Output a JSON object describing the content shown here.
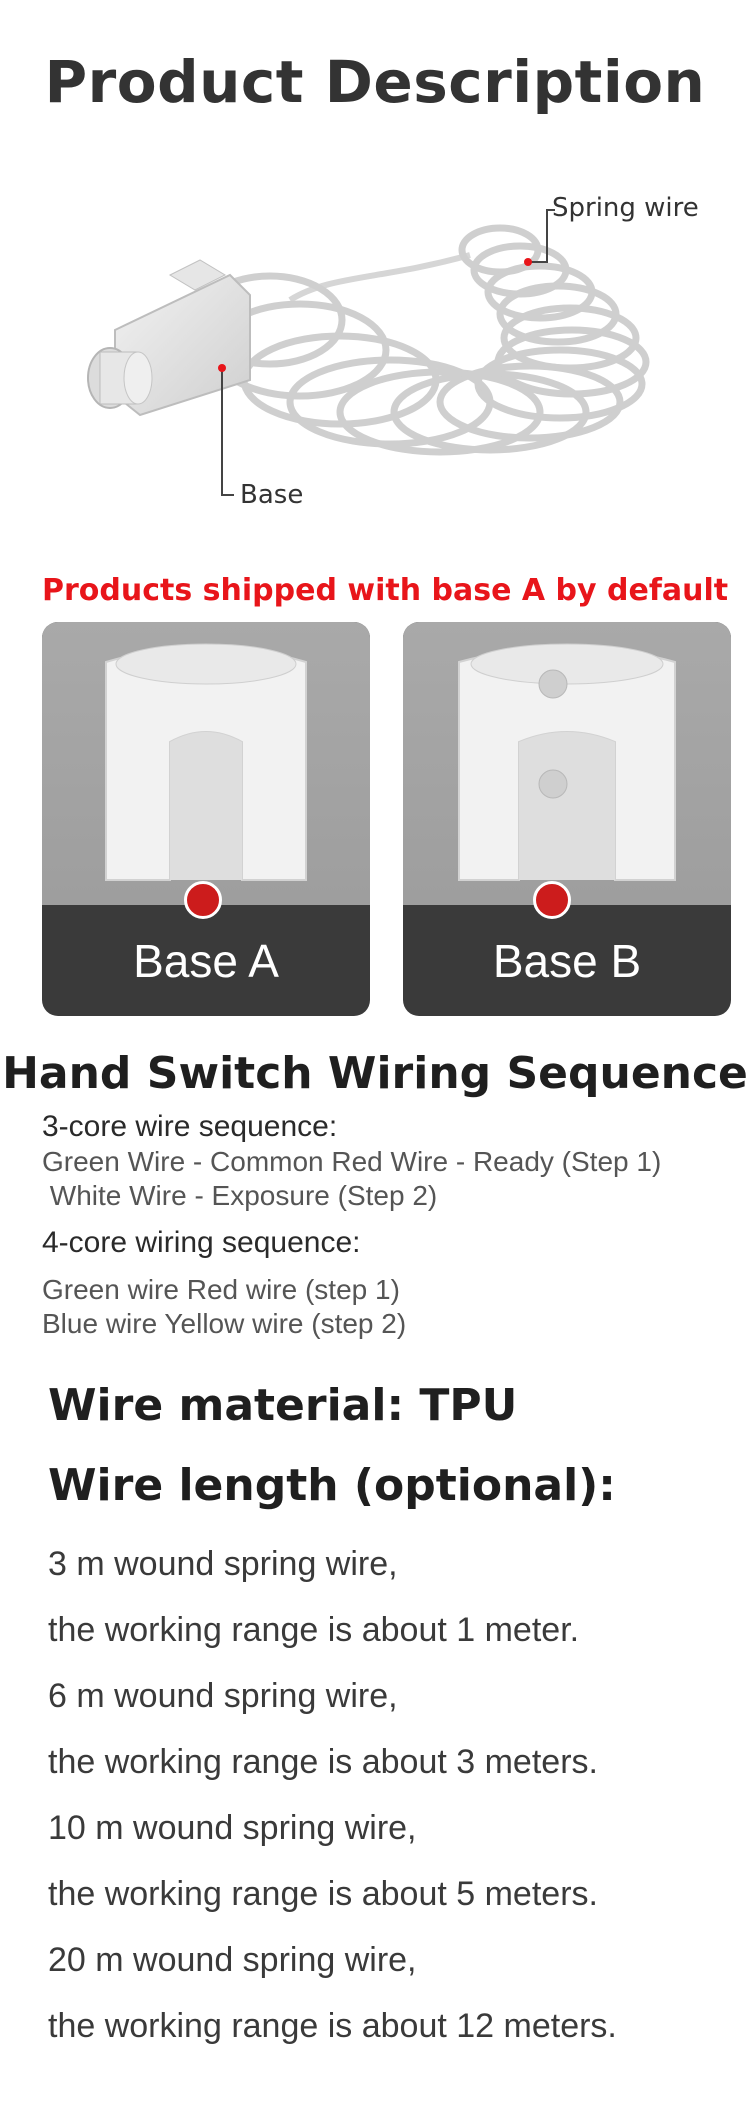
{
  "header": {
    "title": "Product Description"
  },
  "product_image": {
    "callouts": {
      "spring_wire": "Spring wire",
      "base": "Base"
    },
    "accent_color": "#e8151a"
  },
  "bases": {
    "note": "Products shipped with base A by default",
    "cards": [
      {
        "label": "Base A"
      },
      {
        "label": "Base B"
      }
    ]
  },
  "wiring": {
    "title": "Hand Switch Wiring Sequence",
    "three_core": {
      "heading": "3-core wire sequence:",
      "lines": [
        "Green Wire - Common  Red Wire - Ready (Step 1)",
        " White Wire - Exposure (Step 2)"
      ]
    },
    "four_core": {
      "heading": "4-core wiring sequence:",
      "lines": [
        "Green wire Red wire (step 1)",
        "Blue wire Yellow wire (step 2)"
      ]
    }
  },
  "specs": {
    "material": "Wire material: TPU",
    "length_title": "Wire length (optional):",
    "lengths": [
      "3 m wound spring wire,",
      "the working range is about 1 meter.",
      "6 m wound spring wire,",
      "the working range is about 3 meters.",
      "10 m wound spring wire,",
      "the working range is about 5 meters.",
      "20 m wound spring wire,",
      "the working range is about 12 meters."
    ]
  }
}
